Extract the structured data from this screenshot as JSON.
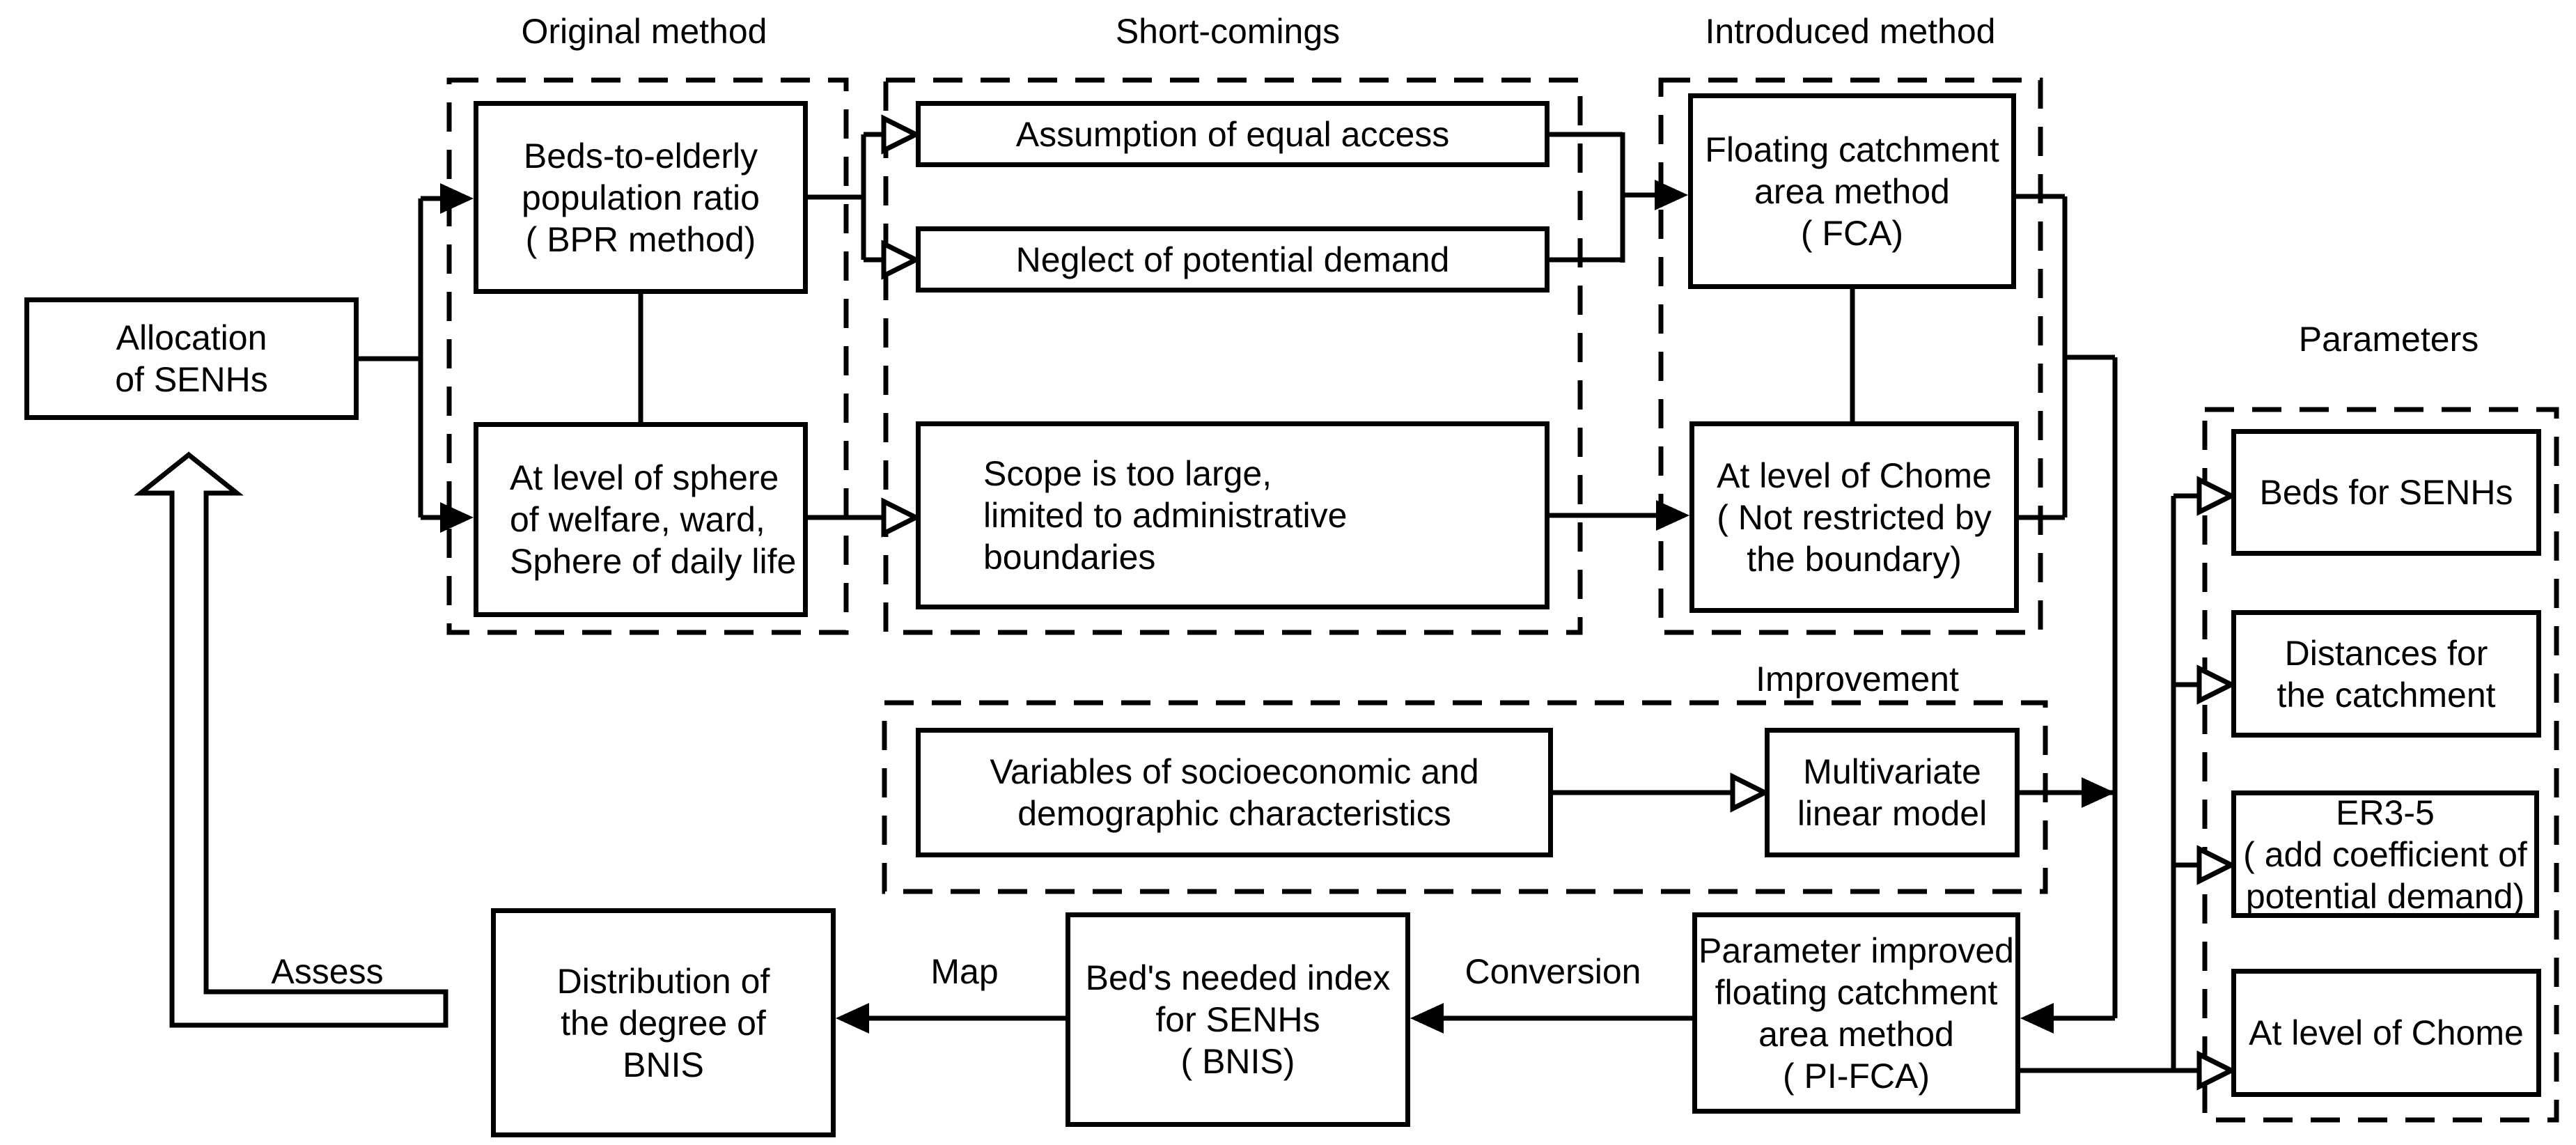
{
  "titles": {
    "original_method": "Original method",
    "short_comings": "Short-comings",
    "introduced_method": "Introduced method",
    "improvement": "Improvement",
    "parameters": "Parameters"
  },
  "labels": {
    "assess": "Assess",
    "map": "Map",
    "conversion": "Conversion"
  },
  "boxes": {
    "allocation": "Allocation\nof SENHs",
    "bpr": "Beds-to-elderly\npopulation ratio\n( BPR method)",
    "sphere": "At level of sphere\nof welfare, ward,\nSphere of daily life",
    "assumption": "Assumption of equal access",
    "neglect": "Neglect of potential demand",
    "scope": "Scope is too large,\nlimited to administrative\nboundaries",
    "fca": "Floating catchment\narea method\n( FCA)",
    "chome": "At level of Chome\n( Not restricted by\nthe boundary)",
    "variables": "Variables of socioeconomic and\ndemographic characteristics",
    "multivariate": "Multivariate\nlinear model",
    "distribution": "Distribution of\nthe degree of\nBNIS",
    "bnis": "Bed's needed index\nfor SENHs\n( BNIS)",
    "pifca": "Parameter improved\nfloating catchment\narea method\n( PI-FCA)",
    "param_beds": "Beds for SENHs",
    "param_distances": "Distances for\nthe catchment",
    "param_er35": "ER3-5\n( add coefficient of\npotential demand)",
    "param_chome": "At level of Chome"
  },
  "colors": {
    "ink": "#000000",
    "paper": "#ffffff"
  }
}
